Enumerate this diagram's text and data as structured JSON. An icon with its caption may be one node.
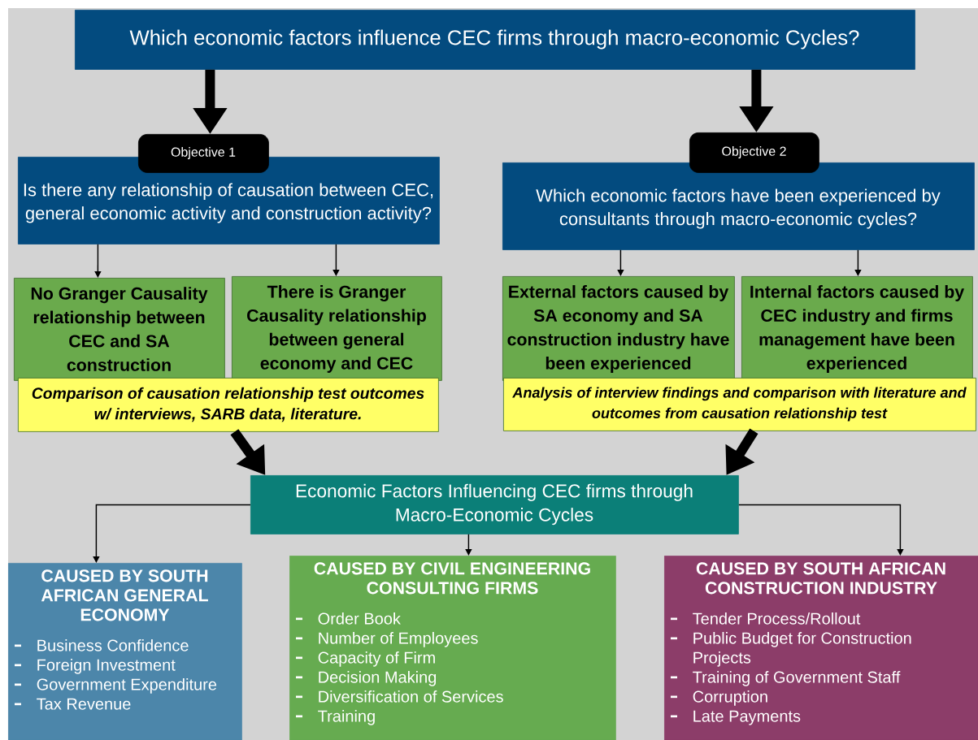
{
  "diagram": {
    "nodes": [
      {
        "text": [
          "Which economic factors influence CEC firms through macro-economic Cycles?"
        ]
      },
      {
        "text": [
          "Objective 1"
        ]
      },
      {
        "text": [
          "Is there any relationship of causation between CEC, general economic activity and construction activity?"
        ]
      },
      {
        "text": [
          "Objective 2"
        ]
      },
      {
        "text": [
          "Which economic factors have been experienced by consultants through macro-economic cycles?"
        ]
      },
      {
        "text": [
          "No Granger Causality relationship between CEC and SA construction"
        ]
      },
      {
        "text": [
          "There is Granger Causality relationship between general economy and CEC"
        ]
      },
      {
        "text": [
          "External factors caused by SA economy and SA construction industry have been experienced"
        ]
      },
      {
        "text": [
          "Internal factors caused by CEC industry and firms management have been experienced"
        ]
      },
      {
        "text": [
          "Comparison of causation relationship test outcomes w/ interviews, SARB data, literature."
        ]
      },
      {
        "text": [
          "Analysis of interview findings and comparison with literature and outcomes from causation relationship test"
        ]
      },
      {
        "text": [
          "Economic Factors Influencing CEC firms through Macro-Economic Cycles"
        ]
      },
      {
        "text": [
          "CAUSED BY SOUTH AFRICAN GENERAL ECONOMY",
          "Business Confidence",
          "Foreign Investment",
          "Government Expenditure",
          "Tax Revenue"
        ]
      },
      {
        "text": [
          "CAUSED BY CIVIL ENGINEERING CONSULTING FIRMS",
          "Order Book",
          "Number of Employees",
          "Capacity of Firm",
          "Decision Making",
          "Diversification of Services",
          "Training"
        ]
      },
      {
        "text": [
          "CAUSED BY SOUTH AFRICAN CONSTRUCTION INDUSTRY",
          "Tender Process/Rollout",
          "Public Budget for Construction Projects",
          "Training of Government Staff",
          "Corruption",
          "Late Payments"
        ]
      }
    ],
    "edges": [
      {
        "from": 0,
        "to": 1,
        "arrow": "to",
        "style": "thick"
      },
      {
        "from": 0,
        "to": 3,
        "arrow": "to",
        "style": "thick"
      },
      {
        "from": 2,
        "to": 5,
        "arrow": "to"
      },
      {
        "from": 2,
        "to": 6,
        "arrow": "to"
      },
      {
        "from": 4,
        "to": 7,
        "arrow": "to"
      },
      {
        "from": 4,
        "to": 8,
        "arrow": "to"
      },
      {
        "from": 9,
        "to": 11,
        "arrow": "to",
        "style": "thick"
      },
      {
        "from": 10,
        "to": 11,
        "arrow": "to",
        "style": "thick"
      },
      {
        "from": 11,
        "to": 12,
        "arrow": "to"
      },
      {
        "from": 11,
        "to": 13,
        "arrow": "to"
      },
      {
        "from": 11,
        "to": 14,
        "arrow": "to"
      }
    ]
  }
}
